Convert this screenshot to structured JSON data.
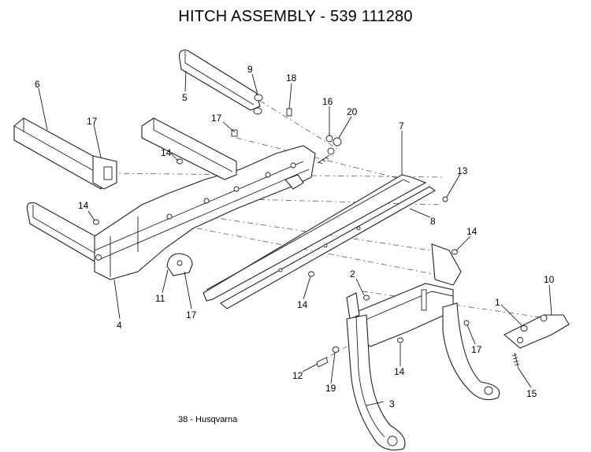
{
  "title": "HITCH ASSEMBLY - 539 111280",
  "footer": "38 - Husqvarna",
  "callouts": [
    {
      "label": "1"
    },
    {
      "label": "2"
    },
    {
      "label": "3"
    },
    {
      "label": "4"
    },
    {
      "label": "5"
    },
    {
      "label": "6"
    },
    {
      "label": "7"
    },
    {
      "label": "8"
    },
    {
      "label": "9"
    },
    {
      "label": "10"
    },
    {
      "label": "11"
    },
    {
      "label": "12"
    },
    {
      "label": "13"
    },
    {
      "label": "14"
    },
    {
      "label": "14"
    },
    {
      "label": "14"
    },
    {
      "label": "14"
    },
    {
      "label": "14"
    },
    {
      "label": "15"
    },
    {
      "label": "16"
    },
    {
      "label": "17"
    },
    {
      "label": "17"
    },
    {
      "label": "17"
    },
    {
      "label": "17"
    },
    {
      "label": "18"
    },
    {
      "label": "19"
    },
    {
      "label": "20"
    }
  ]
}
